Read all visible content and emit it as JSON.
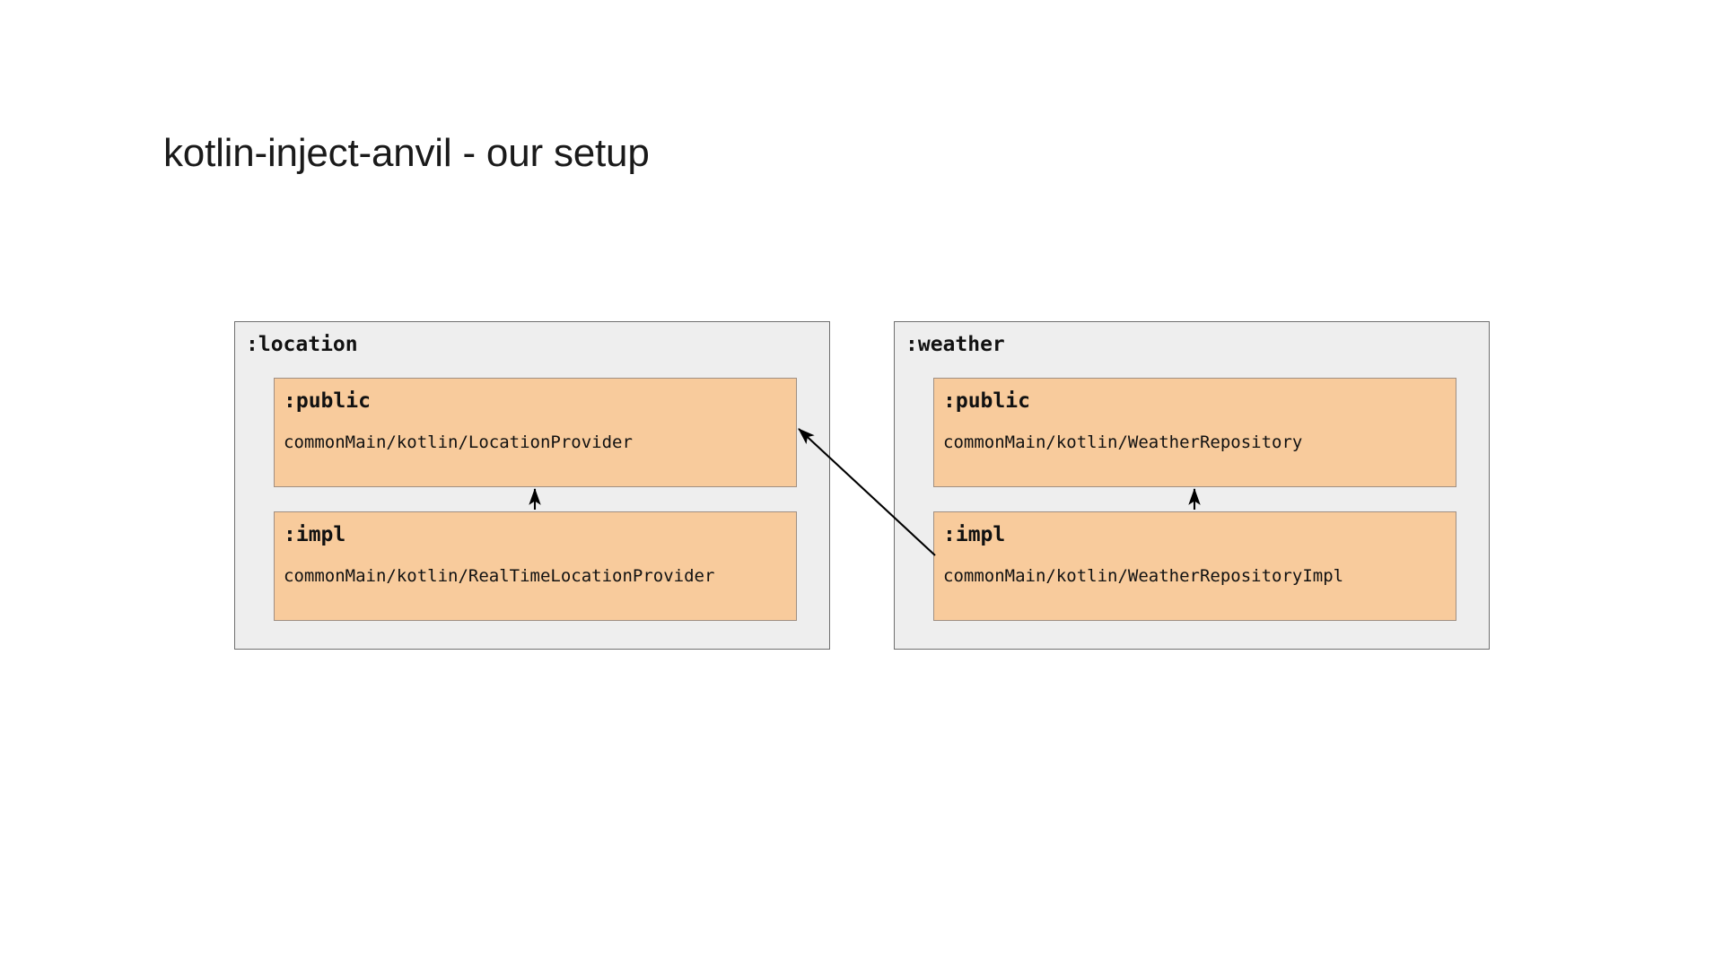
{
  "slide": {
    "title": "kotlin-inject-anvil - our setup"
  },
  "colors": {
    "background": "#ffffff",
    "module_fill": "#eeeeee",
    "module_border": "#6f6f6f",
    "submodule_fill": "#f8cb9c",
    "submodule_border": "#a08f82",
    "arrow": "#000000",
    "text": "#111111",
    "title_text": "#1a1a1a"
  },
  "modules": [
    {
      "name": ":location",
      "submodules": [
        {
          "name": ":public",
          "path": "commonMain/kotlin/LocationProvider"
        },
        {
          "name": ":impl",
          "path": "commonMain/kotlin/RealTimeLocationProvider"
        }
      ]
    },
    {
      "name": ":weather",
      "submodules": [
        {
          "name": ":public",
          "path": "commonMain/kotlin/WeatherRepository"
        },
        {
          "name": ":impl",
          "path": "commonMain/kotlin/WeatherRepositoryImpl"
        }
      ]
    }
  ],
  "arrows": [
    {
      "id": "location-impl-to-location-public",
      "from": ":location/:impl",
      "to": ":location/:public",
      "style": "solid-arrow-up"
    },
    {
      "id": "weather-impl-to-weather-public",
      "from": ":weather/:impl",
      "to": ":weather/:public",
      "style": "solid-arrow-up"
    },
    {
      "id": "weather-impl-to-location-public",
      "from": ":weather/:impl",
      "to": ":location/:public",
      "style": "solid-arrow-diagonal"
    }
  ]
}
